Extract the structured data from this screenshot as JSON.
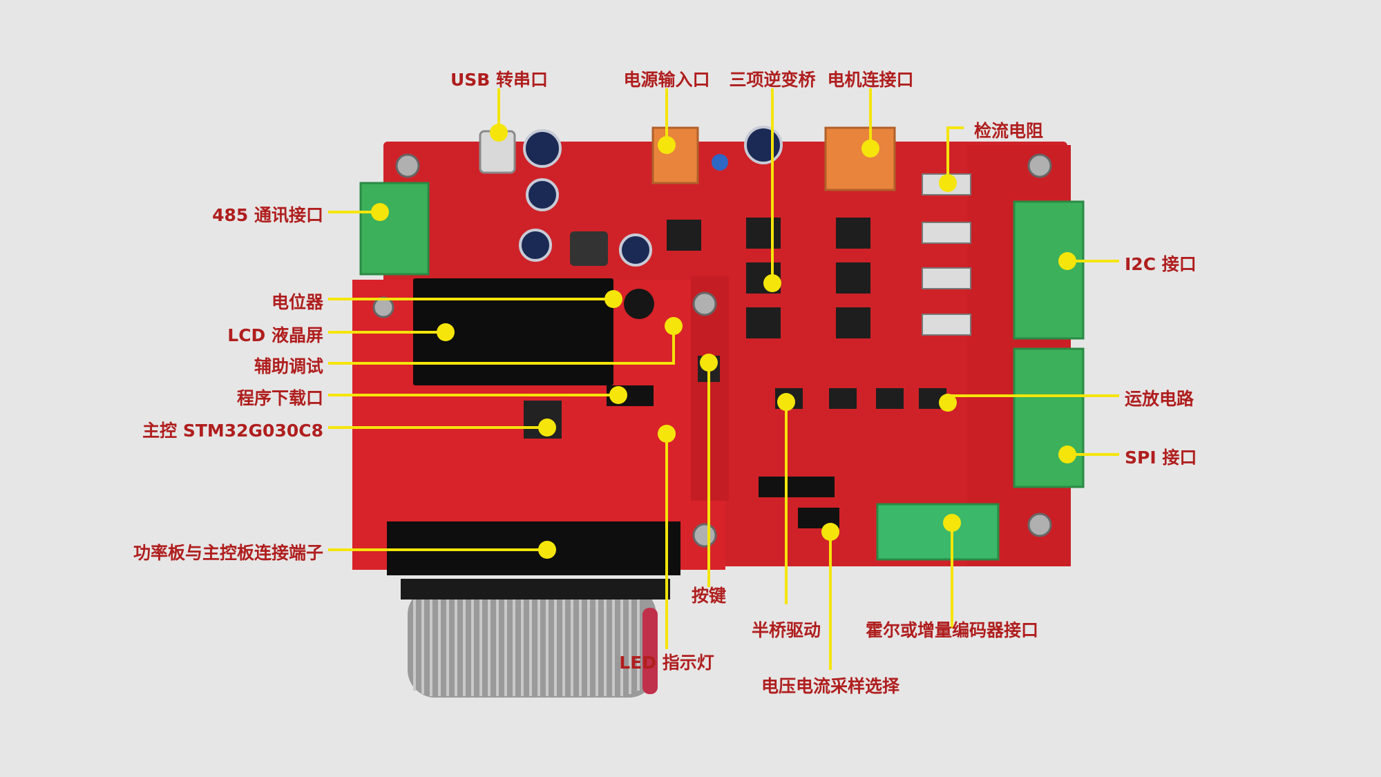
{
  "labels": {
    "usb": "USB 转串口",
    "power": "电源输入口",
    "inverter": "三项逆变桥",
    "motor": "电机连接口",
    "shunt": "检流电阻",
    "rs485": "485 通讯接口",
    "i2c": "I2C 接口",
    "pot": "电位器",
    "lcd": "LCD 液晶屏",
    "aux": "辅助调试",
    "prog": "程序下载口",
    "mcu": "主控 STM32G030C8",
    "opamp": "运放电路",
    "spi": "SPI 接口",
    "conn": "功率板与主控板连接端子",
    "key": "按键",
    "halfbridge": "半桥驱动",
    "hall": "霍尔或增量编码器接口",
    "led": "LED 指示灯",
    "sample": "电压电流采样选择"
  },
  "colors": {
    "label": "#b01e1e",
    "leader": "#f5e50a",
    "pcb": "#d8232a",
    "terminal": "#3cb05a",
    "background": "#e6e6e6"
  }
}
